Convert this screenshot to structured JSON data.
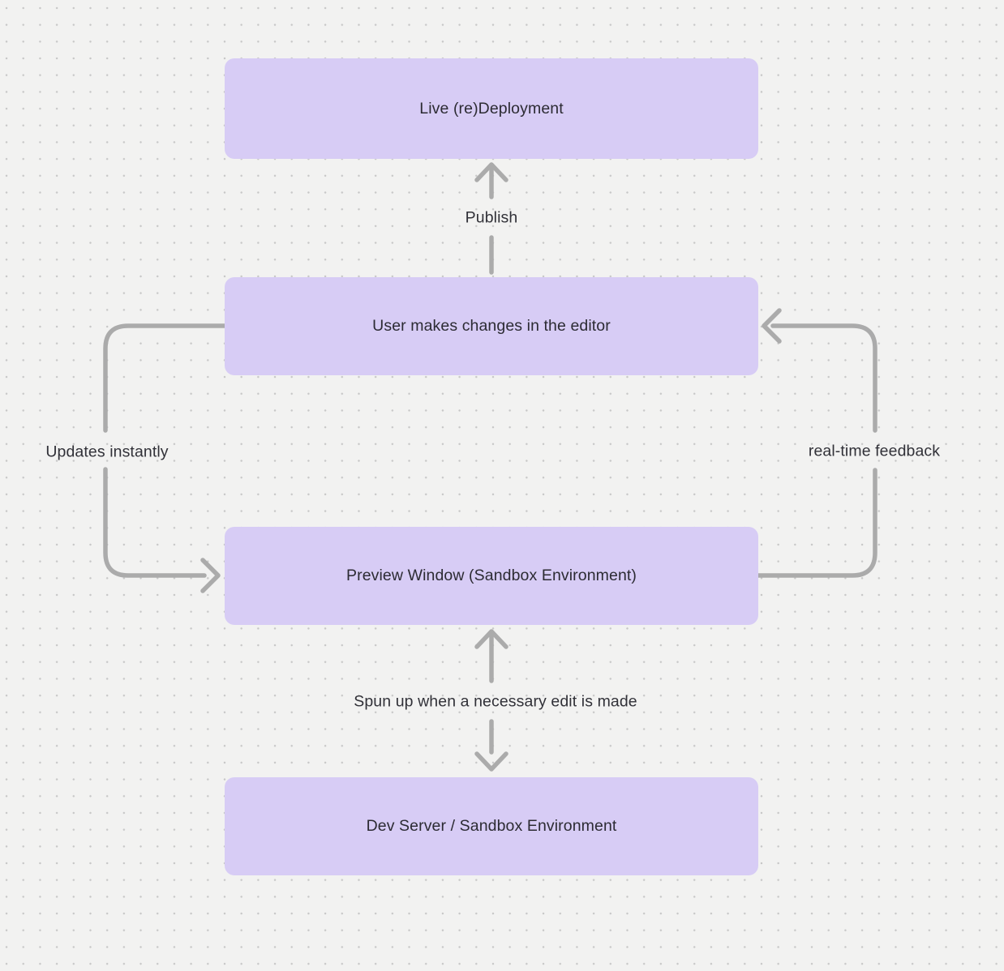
{
  "diagram": {
    "nodes": [
      {
        "id": "live-redeployment",
        "label": "Live (re)Deployment"
      },
      {
        "id": "editor-changes",
        "label": "User makes changes in the editor"
      },
      {
        "id": "preview-window",
        "label": "Preview Window (Sandbox Environment)"
      },
      {
        "id": "dev-server",
        "label": "Dev Server / Sandbox Environment"
      }
    ],
    "edges": [
      {
        "id": "publish",
        "label": "Publish",
        "from": "editor-changes",
        "to": "live-redeployment",
        "direction": "up"
      },
      {
        "id": "updates-instantly",
        "label": "Updates instantly",
        "from": "editor-changes",
        "to": "preview-window",
        "direction": "down-left-loop"
      },
      {
        "id": "realtime-feedback",
        "label": "real-time feedback",
        "from": "preview-window",
        "to": "editor-changes",
        "direction": "up-right-loop"
      },
      {
        "id": "spun-up",
        "label": "Spun up when a necessary edit is made",
        "from": "preview-window",
        "to": "dev-server",
        "direction": "bidirectional"
      }
    ],
    "colors": {
      "background": "#f2f2f1",
      "grid_dot": "#c7c7c7",
      "node_fill": "#d7ccf5",
      "node_text": "#2c2b33",
      "arrow": "#ababab",
      "edge_label_text": "#313138"
    }
  }
}
